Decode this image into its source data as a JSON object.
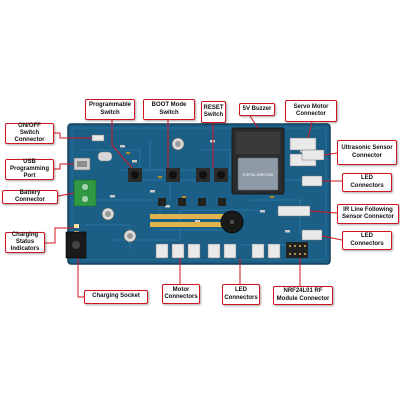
{
  "labels": {
    "on_off_switch_connector": "ON/OFF Switch Connector",
    "usb_programming_port": "USB Programming Port",
    "battery_connector": "Battery Connector",
    "charging_status_indicators": "Charging Status Indicators",
    "charging_socket": "Charging Socket",
    "programmable_switch": "Programmable Switch",
    "boot_mode_switch": "BOOT Mode Switch",
    "reset_switch": "RESET Switch",
    "buzzer_5v": "5V Buzzer",
    "servo_motor_connector": "Servo Motor Connector",
    "ultrasonic_sensor_connector": "Ultrasonic Sensor Connector",
    "led_connectors_right_top": "LED Connectors",
    "ir_line_following_sensor_connector": "IR Line Following Sensor Connector",
    "led_connectors_right_bottom": "LED Connectors",
    "motor_connectors": "Motor Connectors",
    "led_connectors_bottom": "LED Connectors",
    "nrf24l01_rf_module_connector": "NRF24L01 RF Module Connector"
  },
  "module": {
    "chip_text": "ESP32-WROOM"
  },
  "colors": {
    "pcb": "#1c5f86",
    "pcb_dark": "#164e70",
    "leader": "#d3131f",
    "terminal_block": "#2f9a42",
    "header_white": "#e9e9e9"
  }
}
